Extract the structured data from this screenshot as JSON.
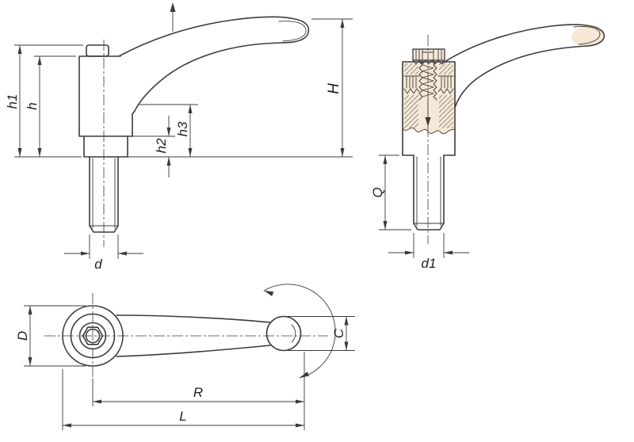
{
  "drawing": {
    "side_view": {
      "h1": "h1",
      "h": "h",
      "h2": "h2",
      "h3": "h3",
      "H": "H",
      "d": "d"
    },
    "section_view": {
      "Q": "Q",
      "d1": "d1"
    },
    "plan_view": {
      "D": "D",
      "C": "C",
      "R": "R",
      "L": "L"
    },
    "colors": {
      "line_color": "#3b3b3b",
      "section_fill": "#f6e8d5",
      "background": "#ffffff"
    }
  }
}
